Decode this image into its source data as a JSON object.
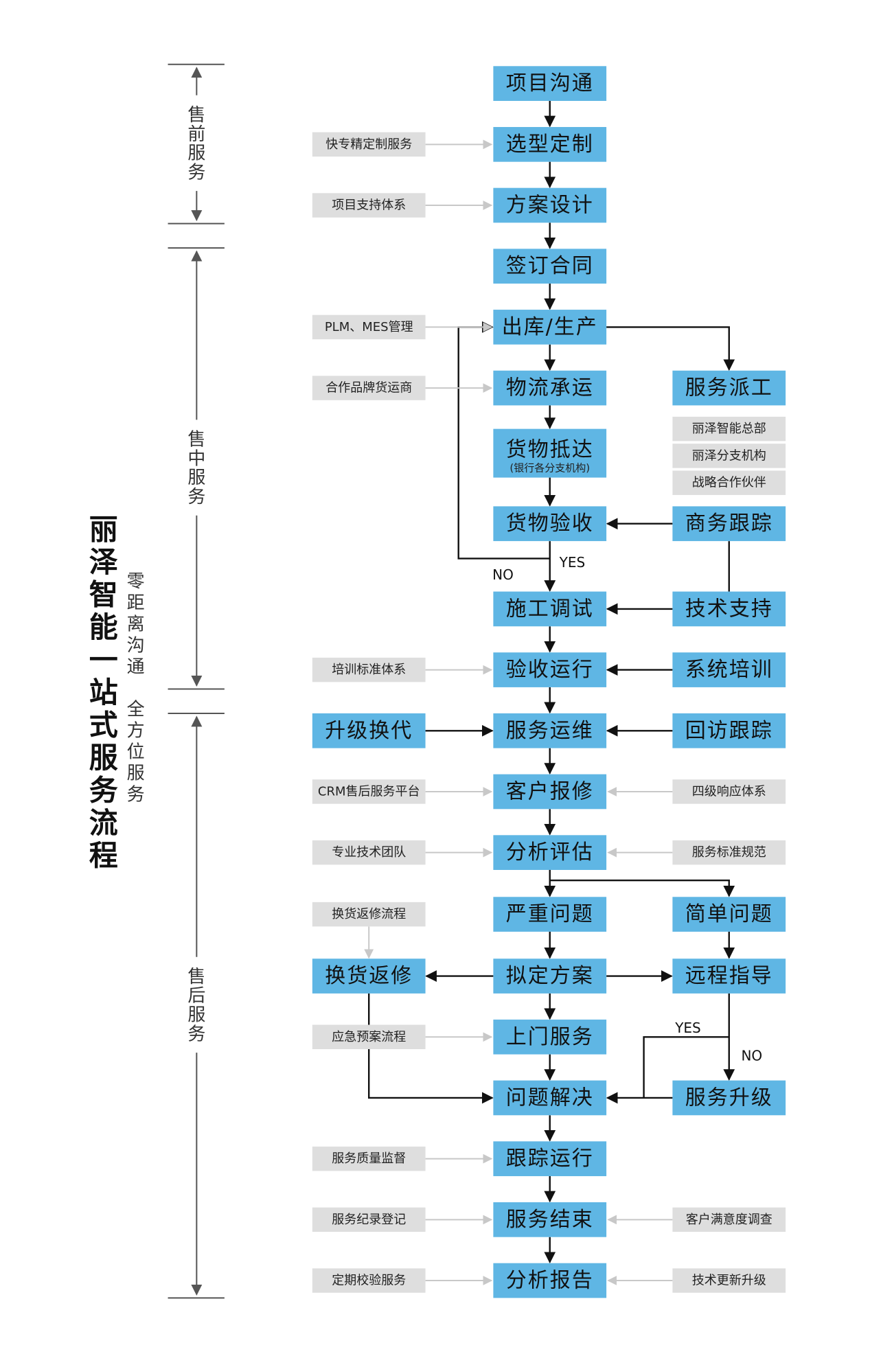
{
  "title": "丽泽智能一站式服务流程",
  "subtitle": "零距离沟通 全方位服务",
  "stages": [
    {
      "id": "pre",
      "label": "售前服务"
    },
    {
      "id": "mid",
      "label": "售中服务"
    },
    {
      "id": "post",
      "label": "售后服务"
    }
  ],
  "main_nodes": [
    {
      "id": "m1",
      "label": "项目沟通"
    },
    {
      "id": "m2",
      "label": "选型定制"
    },
    {
      "id": "m3",
      "label": "方案设计"
    },
    {
      "id": "m4",
      "label": "签订合同"
    },
    {
      "id": "m5",
      "label": "出库/生产"
    },
    {
      "id": "m6",
      "label": "物流承运"
    },
    {
      "id": "m7",
      "label": "货物抵达",
      "sub": "(银行各分支机构)"
    },
    {
      "id": "m8",
      "label": "货物验收"
    },
    {
      "id": "m9",
      "label": "施工调试"
    },
    {
      "id": "m10",
      "label": "验收运行"
    },
    {
      "id": "m11",
      "label": "服务运维"
    },
    {
      "id": "m12",
      "label": "客户报修"
    },
    {
      "id": "m13",
      "label": "分析评估"
    },
    {
      "id": "m14",
      "label": "严重问题"
    },
    {
      "id": "m15",
      "label": "拟定方案"
    },
    {
      "id": "m16",
      "label": "上门服务"
    },
    {
      "id": "m17",
      "label": "问题解决"
    },
    {
      "id": "m18",
      "label": "跟踪运行"
    },
    {
      "id": "m19",
      "label": "服务结束"
    },
    {
      "id": "m20",
      "label": "分析报告"
    }
  ],
  "right_nodes": [
    {
      "id": "r1",
      "label": "服务派工"
    },
    {
      "id": "r2",
      "label": "商务跟踪"
    },
    {
      "id": "r3",
      "label": "技术支持"
    },
    {
      "id": "r4",
      "label": "系统培训"
    },
    {
      "id": "r5",
      "label": "回访跟踪"
    },
    {
      "id": "r6",
      "label": "简单问题"
    },
    {
      "id": "r7",
      "label": "远程指导"
    },
    {
      "id": "r8",
      "label": "服务升级"
    }
  ],
  "right_grey": [
    {
      "id": "rg1",
      "label": "丽泽智能总部"
    },
    {
      "id": "rg2",
      "label": "丽泽分支机构"
    },
    {
      "id": "rg3",
      "label": "战略合作伙伴"
    },
    {
      "id": "rg4",
      "label": "四级响应体系"
    },
    {
      "id": "rg5",
      "label": "服务标准规范"
    },
    {
      "id": "rg6",
      "label": "客户满意度调查"
    },
    {
      "id": "rg7",
      "label": "技术更新升级"
    }
  ],
  "left_nodes": [
    {
      "id": "l1",
      "label": "快专精定制服务"
    },
    {
      "id": "l2",
      "label": "项目支持体系"
    },
    {
      "id": "l3",
      "label": "PLM、MES管理"
    },
    {
      "id": "l4",
      "label": "合作品牌货运商"
    },
    {
      "id": "l5",
      "label": "培训标准体系"
    },
    {
      "id": "l7",
      "label": "CRM售后服务平台"
    },
    {
      "id": "l8",
      "label": "专业技术团队"
    },
    {
      "id": "l9",
      "label": "换货返修流程"
    },
    {
      "id": "l11",
      "label": "应急预案流程"
    },
    {
      "id": "l12",
      "label": "服务质量监督"
    },
    {
      "id": "l13",
      "label": "服务纪录登记"
    },
    {
      "id": "l14",
      "label": "定期校验服务"
    }
  ],
  "left_blue": [
    {
      "id": "lb1",
      "label": "升级换代"
    },
    {
      "id": "lb2",
      "label": "换货返修"
    }
  ],
  "edge_labels": {
    "yes1": "YES",
    "no1": "NO",
    "yes2": "YES",
    "no2": "NO"
  },
  "colors": {
    "main": "#5fb6e4",
    "side": "#dedede",
    "line": "#111111",
    "light_line": "#c8c8c8"
  }
}
